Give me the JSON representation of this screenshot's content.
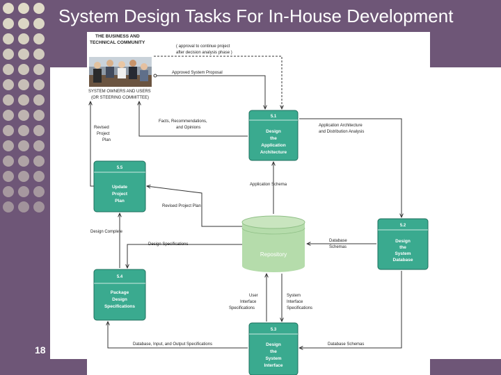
{
  "slide": {
    "title": "System Design Tasks For In-House Development",
    "page_number": "18"
  },
  "colors": {
    "background": "#6e5677",
    "dots": "#e6e3cc",
    "process_fill": "#3aaa8f",
    "repository_fill": "#b5dcab",
    "arrow": "#333333"
  },
  "community": {
    "line1": "THE BUSINESS AND",
    "line2": "TECHNICAL COMMUNITY",
    "owners_line1": "SYSTEM OWNERS AND USERS",
    "owners_line2": "(OR STEERING COMMITTEE)"
  },
  "processes": [
    {
      "id": "5.1",
      "l1": "Design",
      "l2": "the",
      "l3": "Application",
      "l4": "Architecture"
    },
    {
      "id": "5.5",
      "l1": "Update",
      "l2": "Project",
      "l3": "Plan"
    },
    {
      "id": "5.2",
      "l1": "Design",
      "l2": "the",
      "l3": "System",
      "l4": "Database"
    },
    {
      "id": "5.4",
      "l1": "Package",
      "l2": "Design",
      "l3": "Specifications"
    },
    {
      "id": "5.3",
      "l1": "Design",
      "l2": "the",
      "l3": "System",
      "l4": "Interface"
    }
  ],
  "repository": {
    "label": "Repository"
  },
  "flows": {
    "approval_l1": "( approval to continue project",
    "approval_l2": "after decision analysis phase )",
    "approved_proposal": "Approved System Proposal",
    "facts_l1": "Facts, Recommendations,",
    "facts_l2": "and Opinions",
    "app_arch_l1": "Application Architecture",
    "app_arch_l2": "and Distribution Analysis",
    "revised_l1": "Revised",
    "revised_l2": "Project",
    "revised_l3": "Plan",
    "app_schema": "Application Schema",
    "revised_plan": "Revised Project Plan",
    "design_complete": "Design Complete",
    "design_specs": "Design Specifications",
    "db_schemas_l1": "Database",
    "db_schemas_l2": "Schemas",
    "user_if_l1": "User",
    "user_if_l2": "Interface",
    "user_if_l3": "Specifications",
    "sys_if_l1": "System",
    "sys_if_l2": "Interface",
    "sys_if_l3": "Specifications",
    "db_io_specs": "Database, Input, and Output Specifications",
    "db_schemas_bottom": "Database Schemas"
  }
}
